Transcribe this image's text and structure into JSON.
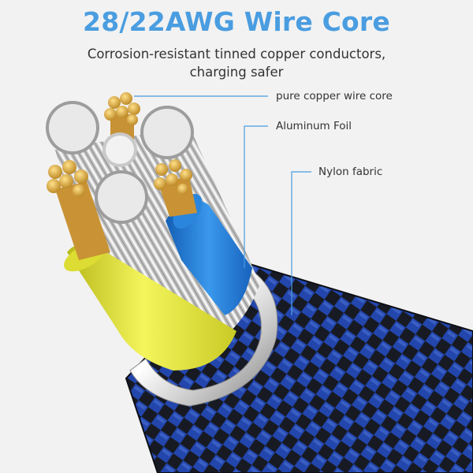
{
  "title": "28/22AWG Wire Core",
  "subtitle_lines": [
    "Corrosion-resistant tinned copper conductors,",
    "charging safer"
  ],
  "labels": {
    "copper_core": "pure copper wire core",
    "aluminum_foil": "Aluminum Foil",
    "nylon_fabric": "Nylon fabric"
  },
  "colors": {
    "title": "#4a9de0",
    "text": "#333333",
    "leader_line": "#4a9de0",
    "braid_blue": "#1f3f9e",
    "braid_black": "#161820",
    "yellow_insulation": "#e6e83a",
    "blue_insulation": "#1f7bd6",
    "copper": "#e2b34c",
    "silver_foil": "#d8d8d8"
  },
  "icons": {
    "product": "cable-cross-section-illustration"
  }
}
